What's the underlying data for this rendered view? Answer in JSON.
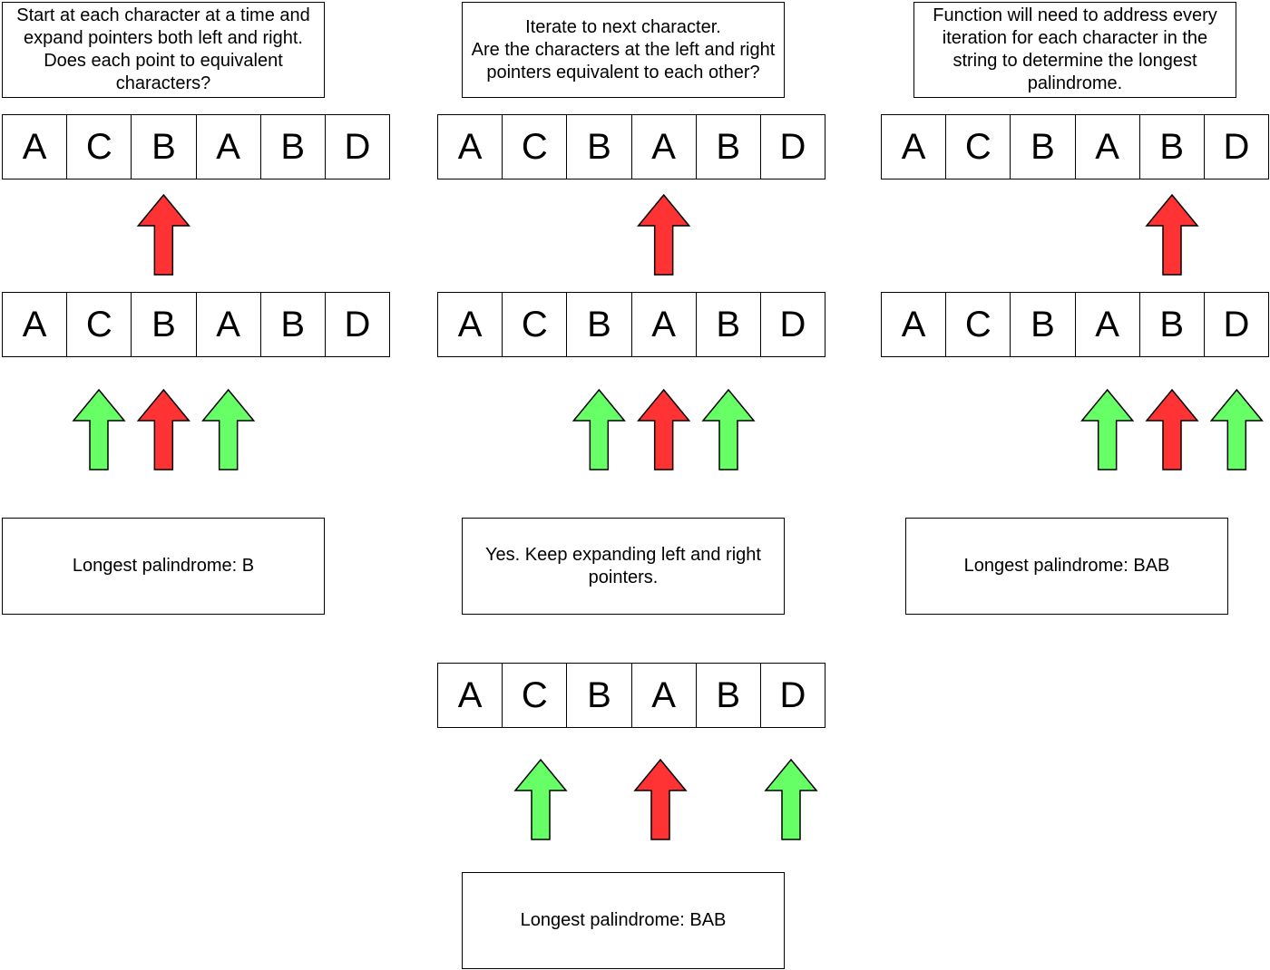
{
  "colors": {
    "pivot": "#ff3333",
    "pointer": "#66ff66"
  },
  "strip_chars": [
    "A",
    "C",
    "B",
    "A",
    "B",
    "D"
  ],
  "captions": {
    "col1_top": "Start at each character at a time and expand pointers both left and right. Does each point to equivalent characters?",
    "col1_result": "Longest palindrome: B",
    "col2_top": "Iterate to next character.\nAre the characters at the left and right pointers equivalent to each other?",
    "col2_middle": "Yes. Keep expanding left and right pointers.",
    "col2_result": "Longest palindrome: BAB",
    "col3_top": "Function will need to address every iteration for each character in the string to determine the longest palindrome.",
    "col3_result": "Longest palindrome: BAB"
  },
  "steps": [
    {
      "id": "col1-row1",
      "pivot": 2,
      "pointers": []
    },
    {
      "id": "col1-row2",
      "pivot": 2,
      "pointers": [
        1,
        3
      ]
    },
    {
      "id": "col2-row1",
      "pivot": 3,
      "pointers": []
    },
    {
      "id": "col2-row2",
      "pivot": 3,
      "pointers": [
        2,
        4
      ]
    },
    {
      "id": "col2-row3",
      "pivot": 3,
      "pointers": [
        1,
        5
      ]
    },
    {
      "id": "col3-row1",
      "pivot": 4,
      "pointers": []
    },
    {
      "id": "col3-row2",
      "pivot": 4,
      "pointers": [
        3,
        5
      ]
    }
  ]
}
